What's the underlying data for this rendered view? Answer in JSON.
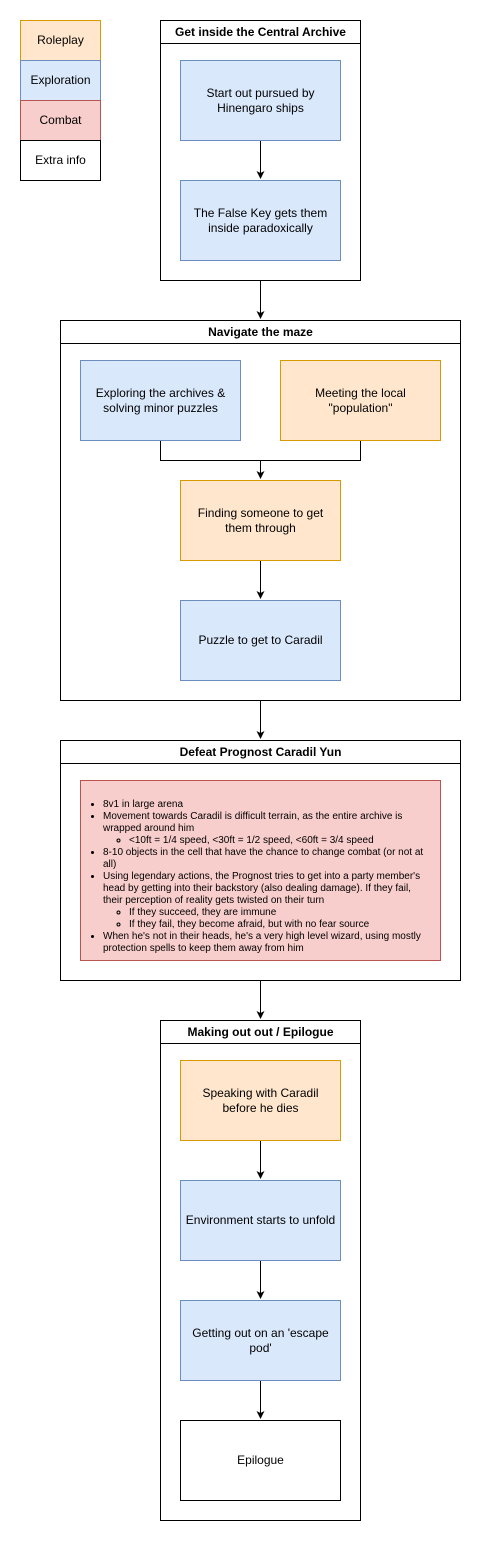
{
  "legend": [
    {
      "label": "Roleplay",
      "style": "orange"
    },
    {
      "label": "Exploration",
      "style": "blue"
    },
    {
      "label": "Combat",
      "style": "red"
    },
    {
      "label": "Extra info",
      "style": "white"
    }
  ],
  "sections": {
    "archive": {
      "title": "Get inside the Central Archive",
      "nodes": [
        "Start out pursued by Hinengaro ships",
        "The False Key gets them inside paradoxically"
      ]
    },
    "maze": {
      "title": "Navigate the maze",
      "explore": "Exploring the archives & solving minor puzzles",
      "meet": "Meeting the local \"population\"",
      "find": "Finding someone to get them through",
      "puzzle": "Puzzle to get to Caradil"
    },
    "boss": {
      "title": "Defeat Prognost Caradil Yun",
      "items": [
        "8v1 in large arena",
        "Movement towards Caradil is difficult terrain, as the entire archive is wrapped around him",
        "<10ft = 1/4 speed, <30ft = 1/2 speed, <60ft = 3/4 speed",
        "8-10 objects in the cell that have the chance to change combat (or not at all)",
        "Using legendary actions, the Prognost tries to get into a party member's head by getting into their backstory (also dealing damage). If they fail, their perception of reality gets twisted on their turn",
        "If they succeed, they are immune",
        "If they fail, they become afraid, but with no fear source",
        "When he's not in their heads, he's a very high level wizard, using mostly protection spells to keep them away from him"
      ]
    },
    "epilogue": {
      "title": "Making out out / Epilogue",
      "nodes": [
        "Speaking with Caradil before he dies",
        "Environment starts to unfold",
        "Getting out on an 'escape pod'",
        "Epilogue"
      ]
    }
  },
  "colors": {
    "roleplay_fill": "#ffe6cc",
    "roleplay_stroke": "#d79b00",
    "exploration_fill": "#dae8fc",
    "exploration_stroke": "#6c8ebf",
    "combat_fill": "#f8cecc",
    "combat_stroke": "#b85450",
    "extra_fill": "#ffffff",
    "extra_stroke": "#000000"
  }
}
